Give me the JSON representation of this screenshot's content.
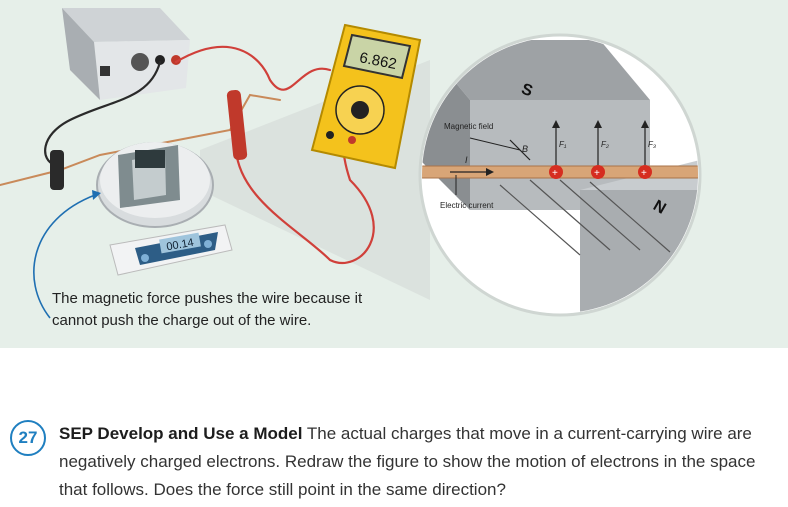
{
  "figure": {
    "caption": "The magnetic force pushes the wire because it cannot push the charge out of the wire.",
    "meter_reading": "6.862",
    "scale_reading": "00.14",
    "magnet_north": "N",
    "magnet_south": "S",
    "labels": {
      "magnetic_field": "Magnetic field",
      "b": "B",
      "f1": "F₁",
      "f2": "F₂",
      "f3": "F₃",
      "i": "I",
      "electric_current": "Electric current"
    }
  },
  "question": {
    "number": "27",
    "title": "SEP Develop and Use a Model",
    "body": " The actual charges that move in a current-carrying wire are negatively charged electrons. Redraw the figure to show the motion of electrons in the space that follows. Does the force still point in the same direction?"
  }
}
